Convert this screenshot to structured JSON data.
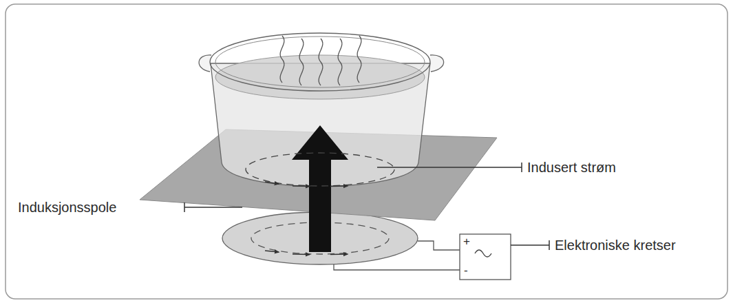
{
  "diagram": {
    "labels": [
      "Indusert strøm",
      "Induksjonsspole",
      "Elektroniske kretser",
      "+",
      "-"
    ]
  }
}
